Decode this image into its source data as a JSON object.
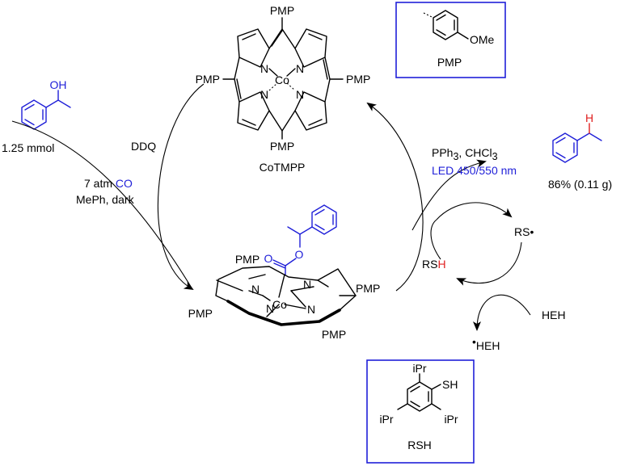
{
  "colors": {
    "blue": "#1f1fd8",
    "red": "#e02020",
    "black": "#000000"
  },
  "cotmpp": {
    "name": "CoTMPP",
    "metal": "Co",
    "nitrogen": "N",
    "substituent": "PMP"
  },
  "pmp_box": {
    "label": "PMP",
    "methoxy": "OMe"
  },
  "rsh_box": {
    "label": "RSH",
    "ipr": "iPr",
    "sh": "SH"
  },
  "substrate": {
    "oh": "OH",
    "amount": "1.25 mmol"
  },
  "conditions_left": {
    "reagent": "DDQ",
    "pressure": "7 atm",
    "gas": "CO",
    "solvent": "MePh, dark"
  },
  "conditions_right": {
    "reagent_main": "PPh",
    "reagent_sub": "3",
    "reagent_rest": ", CHCl",
    "reagent_sub2": "3",
    "light": "LED 450/550 nm"
  },
  "product": {
    "h": "H",
    "yield": "86% (0.11 g)"
  },
  "intermediate": {
    "o": "O"
  },
  "thiol_cycle": {
    "rs_radical": "RS",
    "rsh_r": "RS",
    "rsh_h": "H",
    "heh": "HEH",
    "heh_radical": "HEH",
    "dot": "•"
  }
}
